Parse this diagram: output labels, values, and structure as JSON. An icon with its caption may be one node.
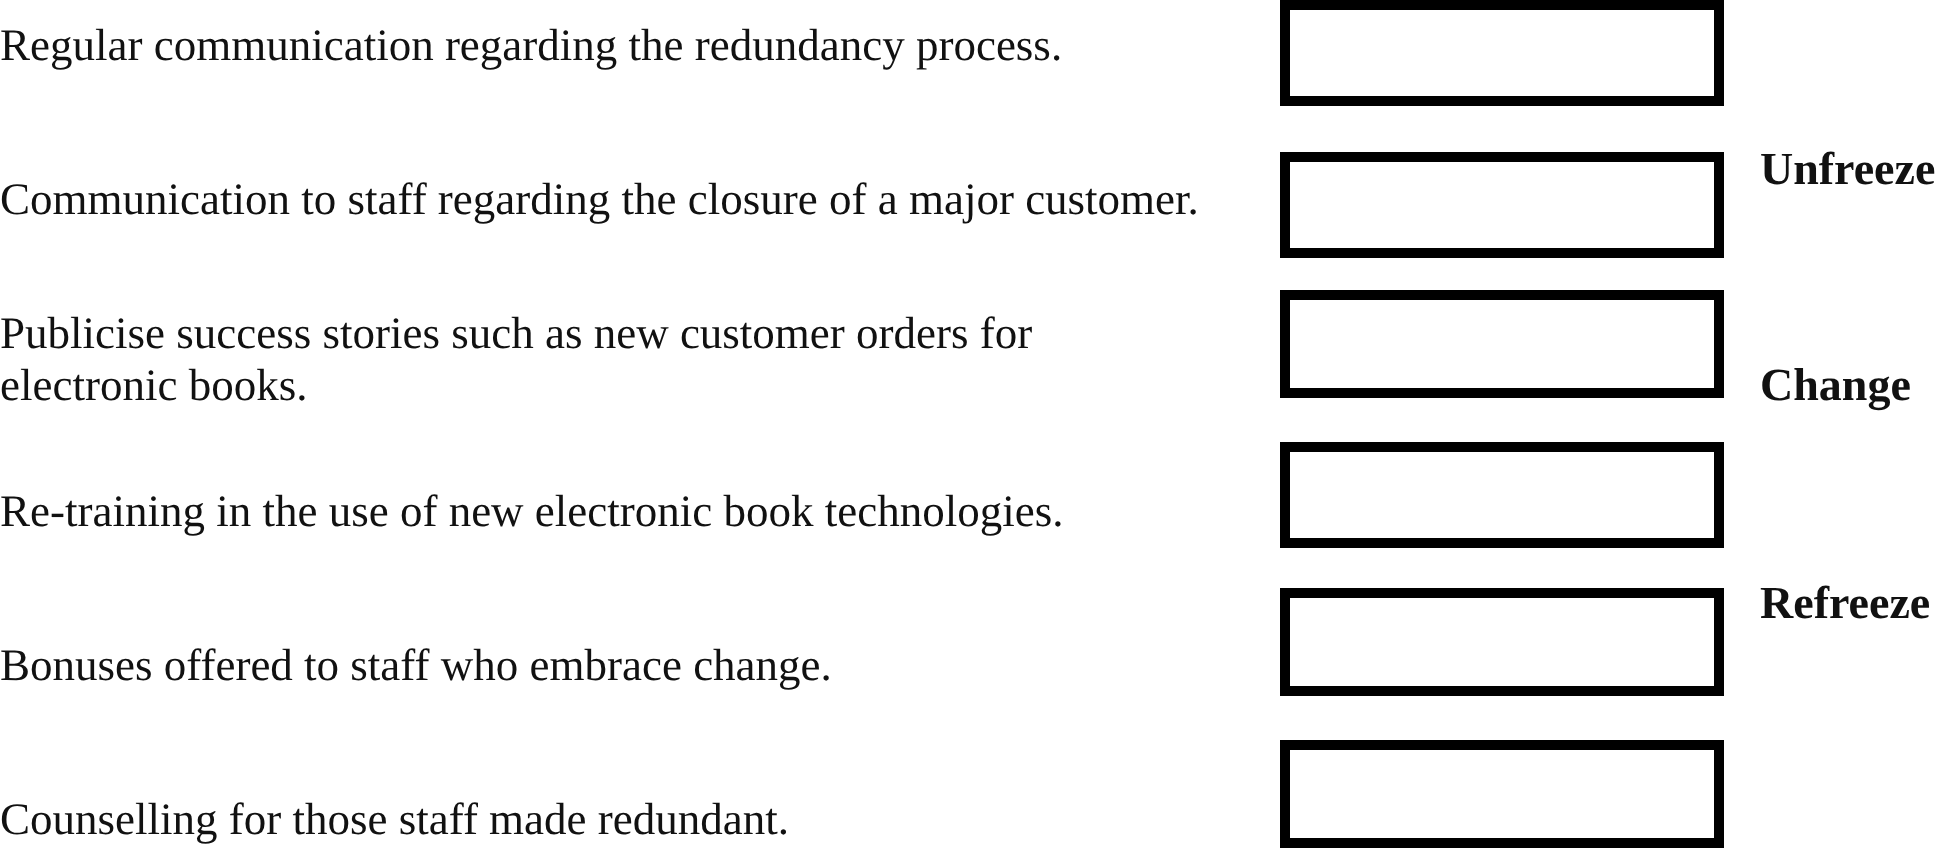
{
  "diagram": {
    "nodes": [
      {
        "text": [],
        "shape": "box"
      },
      {
        "text": [],
        "shape": "box"
      },
      {
        "text": [],
        "shape": "box"
      },
      {
        "text": [],
        "shape": "box"
      },
      {
        "text": [],
        "shape": "box"
      },
      {
        "text": [],
        "shape": "box"
      }
    ],
    "labels": [
      "Regular communication regarding the redundancy process.",
      "Communication to staff regarding the closure of a major customer.",
      "Unfreeze",
      "Publicise success stories such as new customer orders for electronic books.",
      "Change",
      "Re-training in the use of new electronic book technologies.",
      "Refreeze",
      "Bonuses offered to staff who embrace change.",
      "Counselling for those staff made redundant."
    ]
  }
}
